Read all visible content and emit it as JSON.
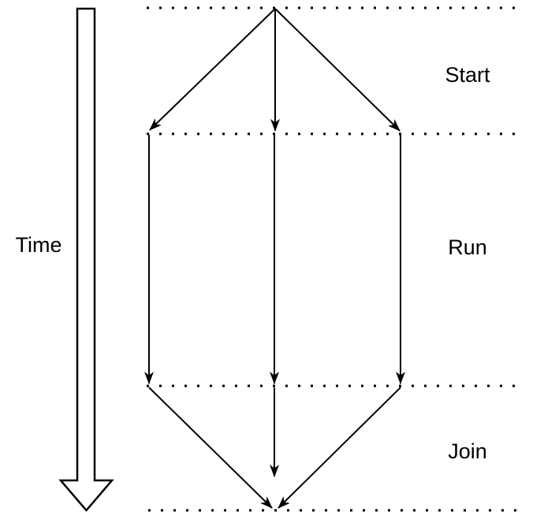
{
  "diagram": {
    "background_color": "#ffffff",
    "line_color": "#000000",
    "time_axis": {
      "label": "Time"
    },
    "phases": [
      {
        "label": "Start"
      },
      {
        "label": "Run"
      },
      {
        "label": "Join"
      }
    ],
    "thread_count": 3
  }
}
